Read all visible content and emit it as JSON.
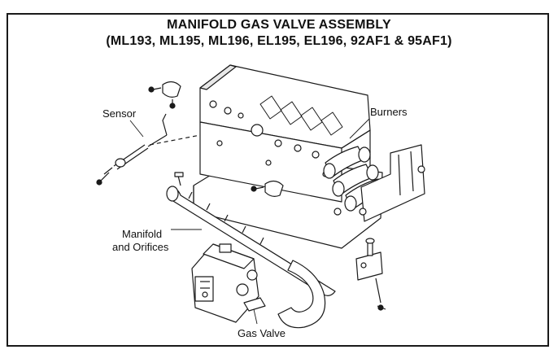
{
  "title": {
    "line1": "MANIFOLD GAS VALVE ASSEMBLY",
    "line2": "(ML193, ML195, ML196, EL195, EL196, 92AF1 & 95AF1)"
  },
  "labels": {
    "sensor": "Sensor",
    "burners": "Burners",
    "manifold_line1": "Manifold",
    "manifold_line2": "and Orifices",
    "gas_valve": "Gas Valve"
  }
}
